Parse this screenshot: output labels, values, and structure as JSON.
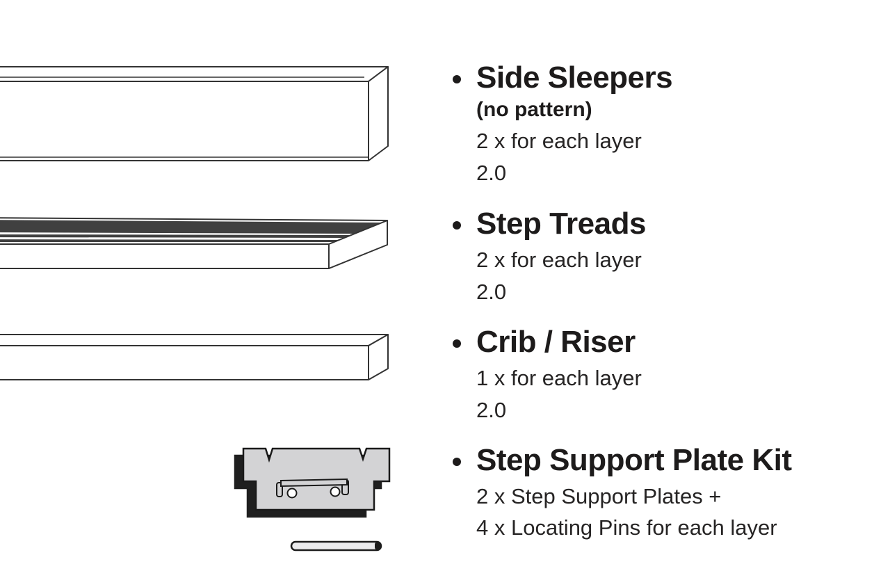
{
  "page": {
    "background": "#ffffff",
    "description": "Sleeper step kit parts list"
  },
  "parts_list": {
    "items": [
      {
        "title": "Side Sleepers",
        "subtitle": "(no pattern)",
        "quantity": "2 x for each layer",
        "thickness": "2.0"
      },
      {
        "title": "Step Treads",
        "quantity": "2 x for each layer",
        "thickness": "2.0"
      },
      {
        "title": "Crib / Riser",
        "quantity": "1 x for each layer",
        "thickness": "2.0"
      },
      {
        "title": "Step Support Plate Kit",
        "quantity": "2 x Step Support Plates +",
        "quantity2": "4 x Locating Pins for each layer"
      }
    ]
  },
  "illustrations": {
    "side_sleeper": "side-sleeper-beam",
    "step_tread": "step-tread-board-with-grooves",
    "crib_riser": "crib-riser-beam",
    "support_plate": "step-support-plate",
    "locating_pin": "locating-pin"
  },
  "colors": {
    "line": "#333333",
    "plate_fill": "#d3d3d5",
    "groove_fill": "#404040",
    "text": "#1d1b1b"
  }
}
